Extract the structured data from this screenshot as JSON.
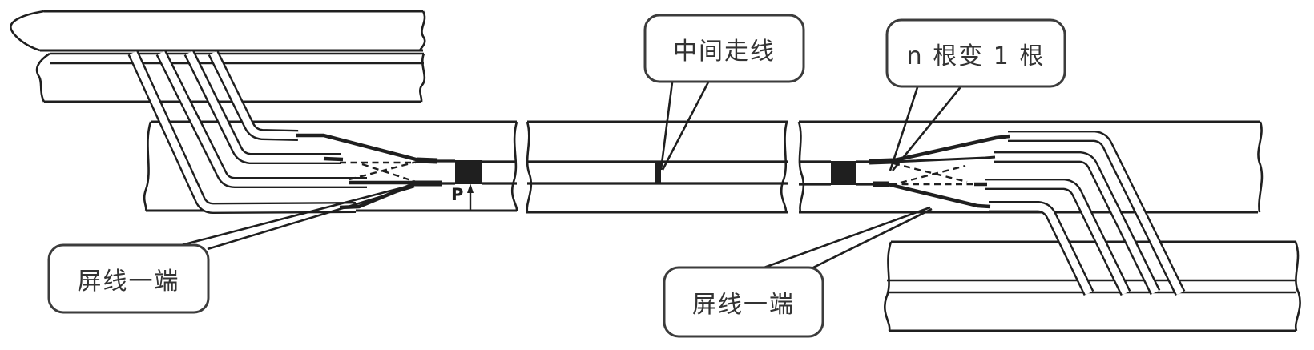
{
  "figure": {
    "background_color": "#ffffff",
    "line_color": "#1f1f1f",
    "ribbon_fill_color": "#ffffff",
    "callout_border_color": "#3c3c3c",
    "callout_text_color": "#333333"
  },
  "callouts": [
    {
      "id": "middle-routing",
      "label": "中间走线"
    },
    {
      "id": "n-to-one",
      "label": "n 根变 1 根"
    },
    {
      "id": "shield-end-left",
      "label": "屏线一端"
    },
    {
      "id": "shield-end-right",
      "label": "屏线一端"
    }
  ],
  "annotations": {
    "p_label": "P"
  }
}
